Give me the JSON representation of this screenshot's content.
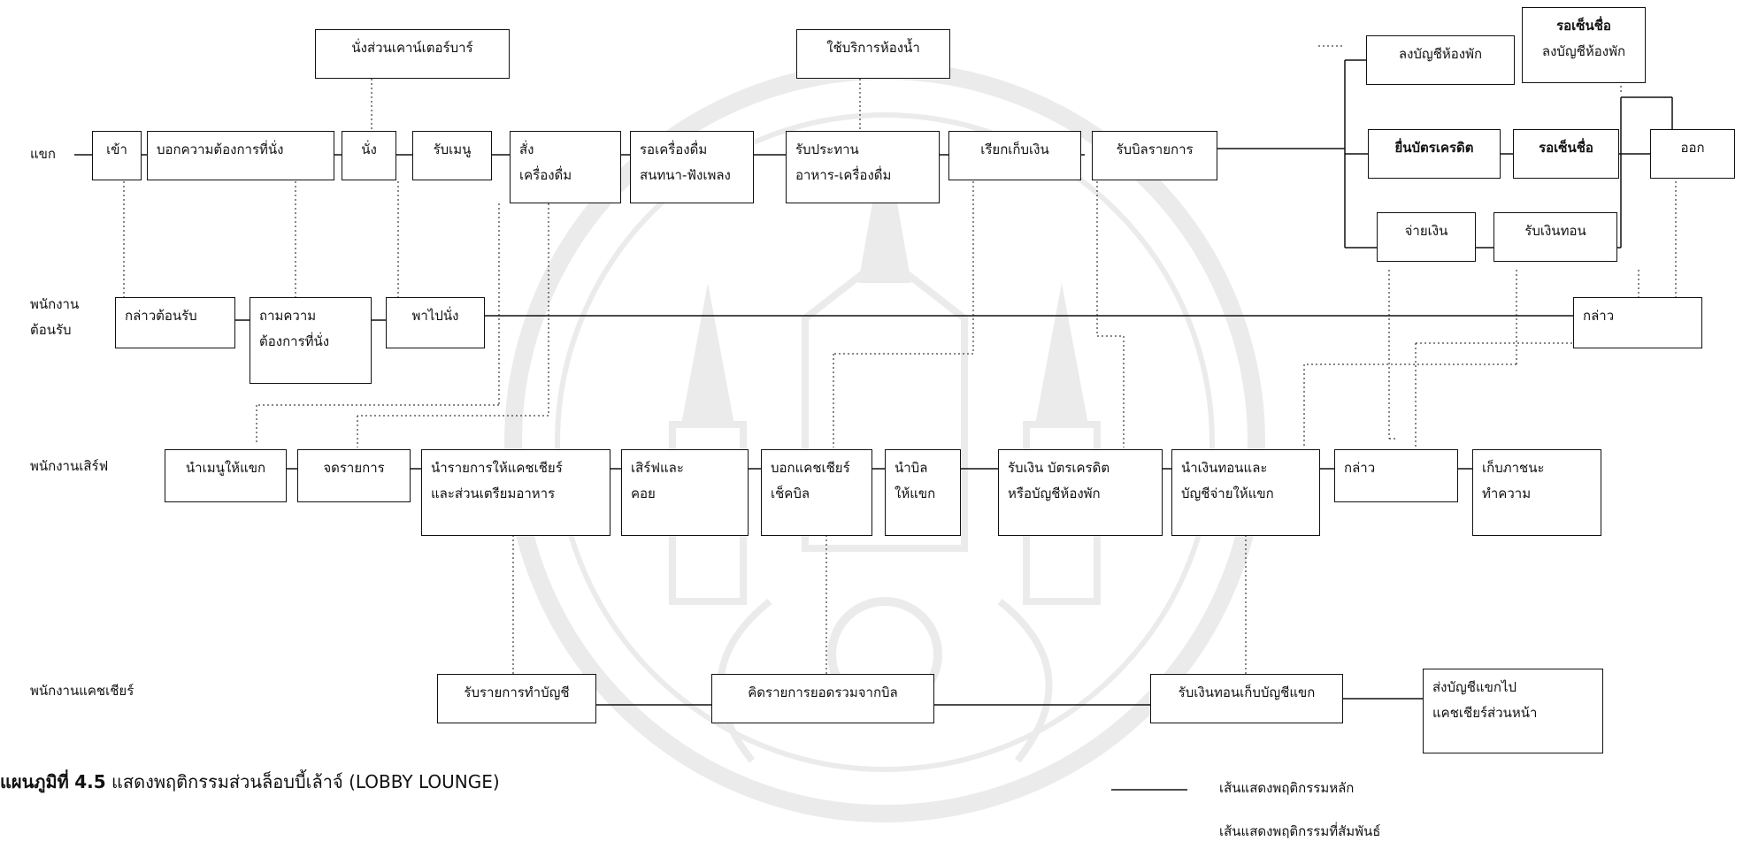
{
  "lanes": {
    "guest": "แขก",
    "reception_1": "พนักงาน",
    "reception_2": "ต้อนรับ",
    "server": "พนักงานเสิร์ฟ",
    "cashier": "พนักงานแคชเชียร์"
  },
  "guest": {
    "arrive": "เข้า",
    "request_seat": "บอกความต้องการที่นั่ง",
    "counter_bar": "นั่งส่วนเคาน์เตอร์บาร์",
    "sit": "นั่ง",
    "receive_menu": "รับเมนู",
    "order_1": "สั่ง",
    "order_2": "เครื่องดื่ม",
    "wait_1": "รอเครื่องดื่ม",
    "wait_2": "สนทนา-ฟังเพลง",
    "restroom": "ใช้บริการห้องน้ำ",
    "eat_1": "รับประทาน",
    "eat_2": "อาหาร-เครื่องดื่ม",
    "call_bill": "เรียกเก็บเงิน",
    "receive_bill": "รับบิลรายการ",
    "room_charge": "ลงบัญชีห้องพัก",
    "wait_sign_1": "รอเซ็นชื่อ",
    "wait_sign_2": "ลงบัญชีห้องพัก",
    "credit_card": "ยื่นบัตรเครดิต",
    "wait_sign_card": "รอเซ็นชื่อ",
    "exit": "ออก",
    "pay": "จ่ายเงิน",
    "receive_change": "รับเงินทอน"
  },
  "reception": {
    "greet": "กล่าวต้อนรับ",
    "ask_1": "ถามความ",
    "ask_2": "ต้องการที่นั่ง",
    "lead_seat": "พาไปนั่ง",
    "farewell": "กล่าว"
  },
  "server": {
    "bring_menu": "นำเมนูให้แขก",
    "take_order": "จดรายการ",
    "order_cashier_1": "นำรายการให้แคชเชียร์",
    "order_cashier_2": "และส่วนเตรียมอาหาร",
    "serve_1": "เสิร์ฟและ",
    "serve_2": "คอย",
    "tell_cashier_1": "บอกแคชเชียร์",
    "tell_cashier_2": "เช็คบิล",
    "bring_bill_1": "นำบิล",
    "bring_bill_2": "ให้แขก",
    "collect_1": "รับเงิน บัตรเครดิต",
    "collect_2": "หรือบัญชีห้องพัก",
    "return_change_1": "นำเงินทอนและ",
    "return_change_2": "บัญชีจ่ายให้แขก",
    "farewell": "กล่าว",
    "clear_1": "เก็บภาชนะ",
    "clear_2": "ทำความ"
  },
  "cashier": {
    "record": "รับรายการทำบัญชี",
    "calc": "คิดรายการยอดรวมจากบิล",
    "change_bill": "รับเงินทอนเก็บบัญชีแขก",
    "send_1": "ส่งบัญชีแขกไป",
    "send_2": "แคชเชียร์ส่วนหน้า"
  },
  "caption": {
    "label": "แผนภูมิที่",
    "number": "4.5",
    "text": "แสดงพฤติกรรมส่วนล็อบบี้เล้าจ์ (LOBBY LOUNGE)"
  },
  "legend": {
    "main": "เส้นแสดงพฤติกรรมหลัก",
    "related": "เส้นแสดงพฤติกรรมที่สัมพันธ์"
  },
  "colors": {
    "line": "#111111",
    "watermark": "#6e6e6e"
  }
}
